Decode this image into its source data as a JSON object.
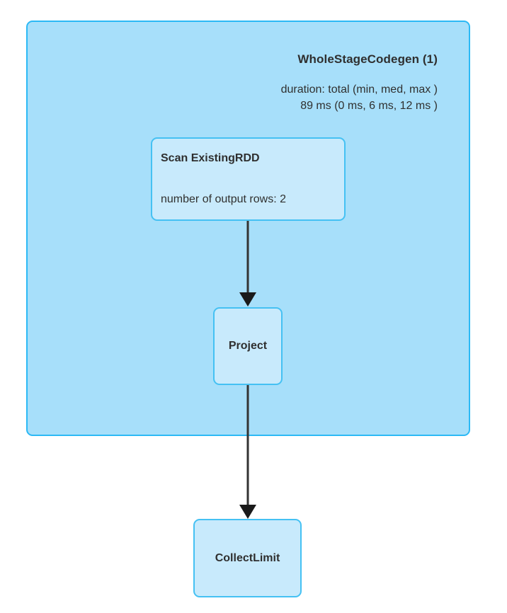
{
  "background_color": "#ffffff",
  "colors": {
    "cluster_fill": "#a7dffa",
    "cluster_border": "#2cb9f5",
    "node_fill": "#c8eafc",
    "node_border": "#45c1f3",
    "text": "#2f2f2f",
    "edge": "#333333"
  },
  "stage": {
    "title": "WholeStageCodegen (1)",
    "metric_label": "duration: total (min, med, max )",
    "metric_value": "89 ms (0 ms, 6 ms, 12 ms )"
  },
  "nodes": [
    {
      "id": "scan-existingrdd",
      "title": "Scan ExistingRDD",
      "metric": "number of output rows: 2"
    },
    {
      "id": "project",
      "title": "Project",
      "metric": ""
    },
    {
      "id": "collectlimit",
      "title": "CollectLimit",
      "metric": ""
    }
  ],
  "edges": [
    {
      "from": "scan-existingrdd",
      "to": "project"
    },
    {
      "from": "project",
      "to": "collectlimit"
    }
  ]
}
